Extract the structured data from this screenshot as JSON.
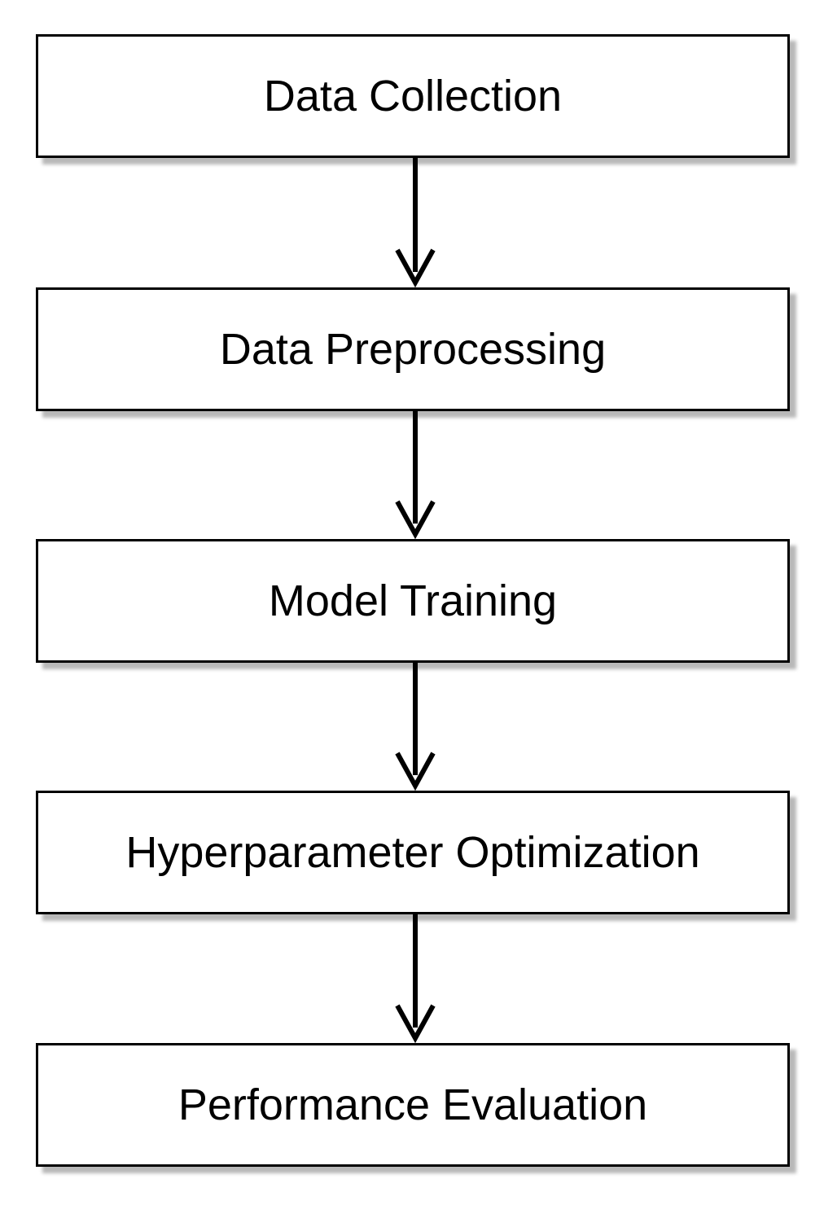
{
  "steps": [
    {
      "label": "Data Collection"
    },
    {
      "label": "Data Preprocessing"
    },
    {
      "label": "Model Training"
    },
    {
      "label": "Hyperparameter Optimization"
    },
    {
      "label": "Performance Evaluation"
    }
  ],
  "colors": {
    "stroke": "#000000",
    "fill": "#ffffff"
  }
}
